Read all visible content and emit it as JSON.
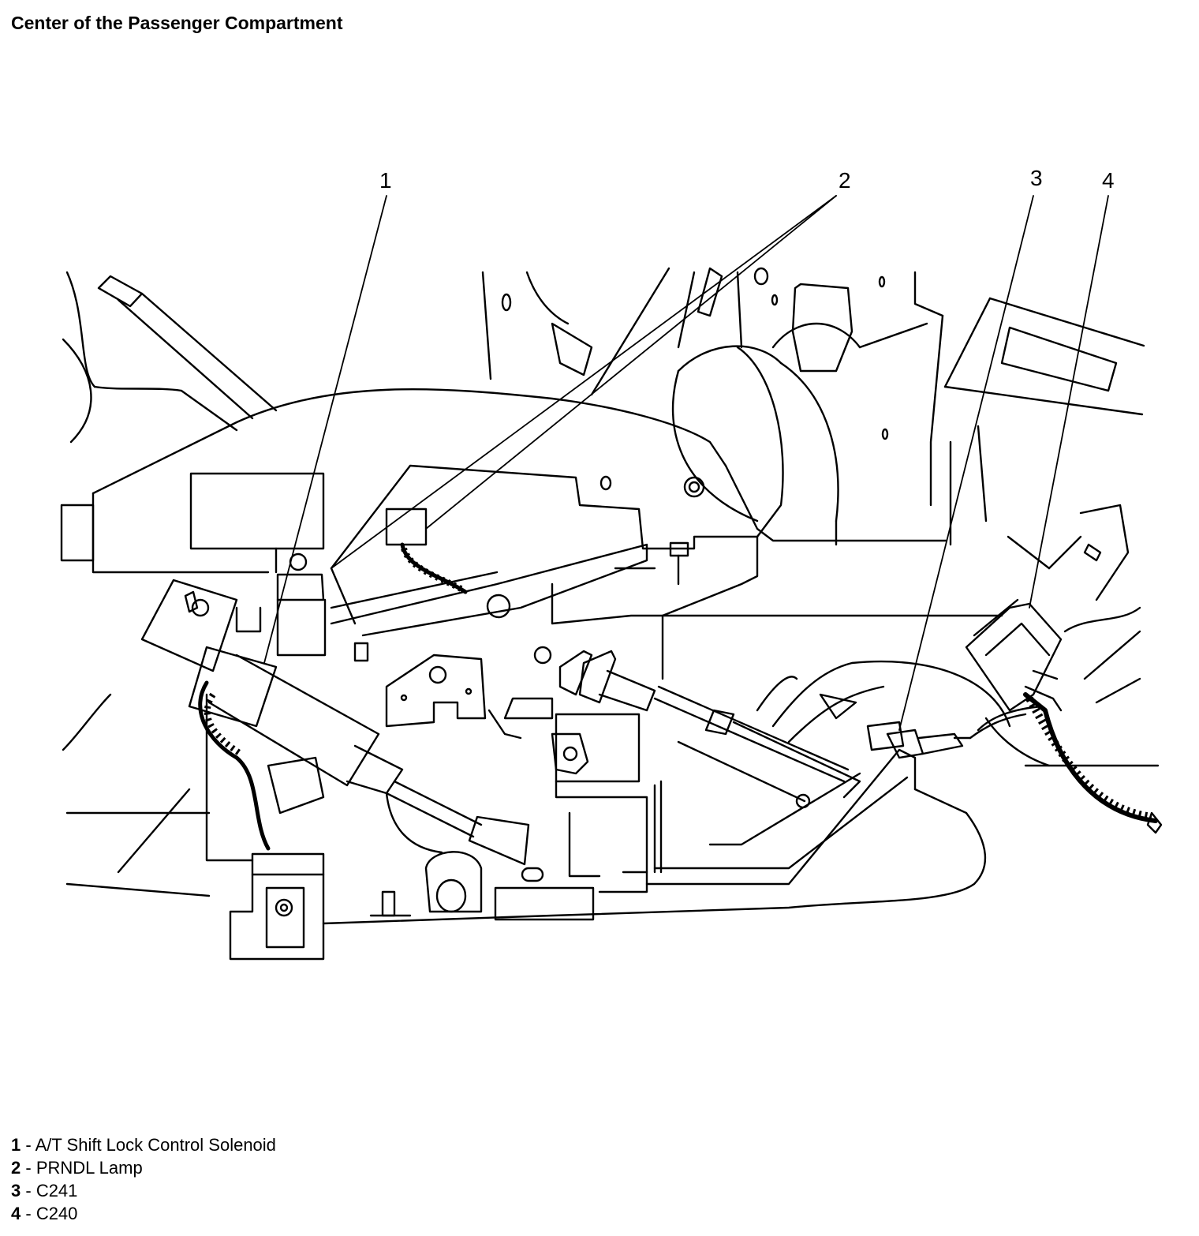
{
  "title": "Center of the Passenger Compartment",
  "callouts": [
    "1",
    "2",
    "3",
    "4"
  ],
  "legend": [
    {
      "number": "1",
      "label": "A/T Shift Lock Control Solenoid"
    },
    {
      "number": "2",
      "label": "PRNDL Lamp"
    },
    {
      "number": "3",
      "label": "C241"
    },
    {
      "number": "4",
      "label": "C240"
    }
  ],
  "separator": " - "
}
